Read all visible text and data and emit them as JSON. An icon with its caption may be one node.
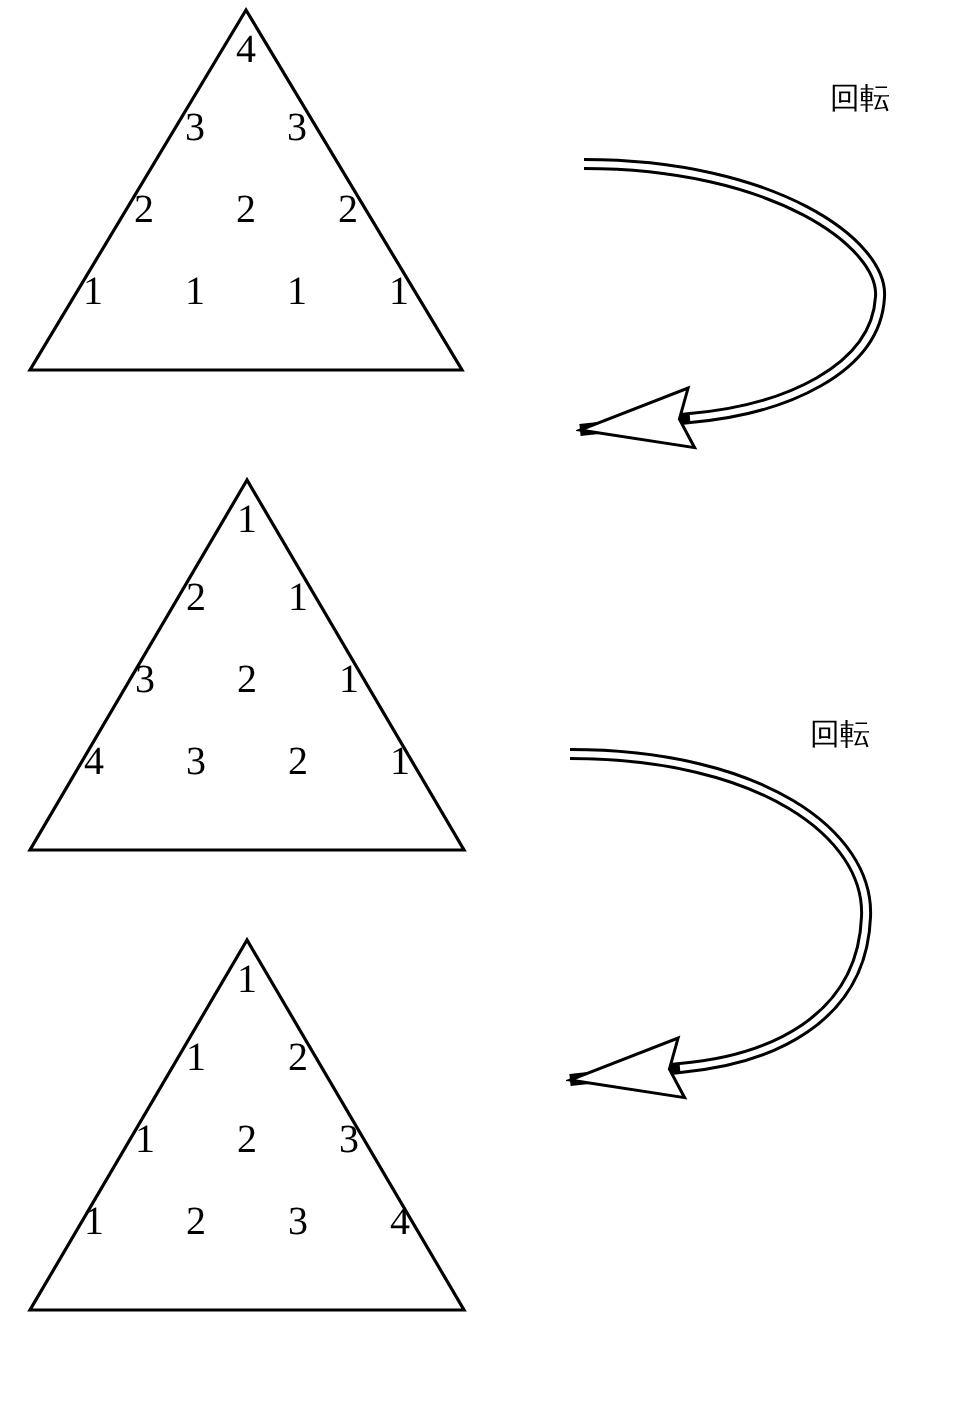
{
  "diagram": {
    "nodes": [
      {
        "text": [
          "4",
          "3 3",
          "2 2 2",
          "1 1 1 1"
        ]
      },
      {
        "text": [
          "1",
          "2 1",
          "3 2 1",
          "4 3 2 1"
        ]
      },
      {
        "text": [
          "1",
          "1 2",
          "1 2 3",
          "1 2 3 4"
        ]
      }
    ],
    "labels": [
      "回転",
      "回転"
    ]
  }
}
